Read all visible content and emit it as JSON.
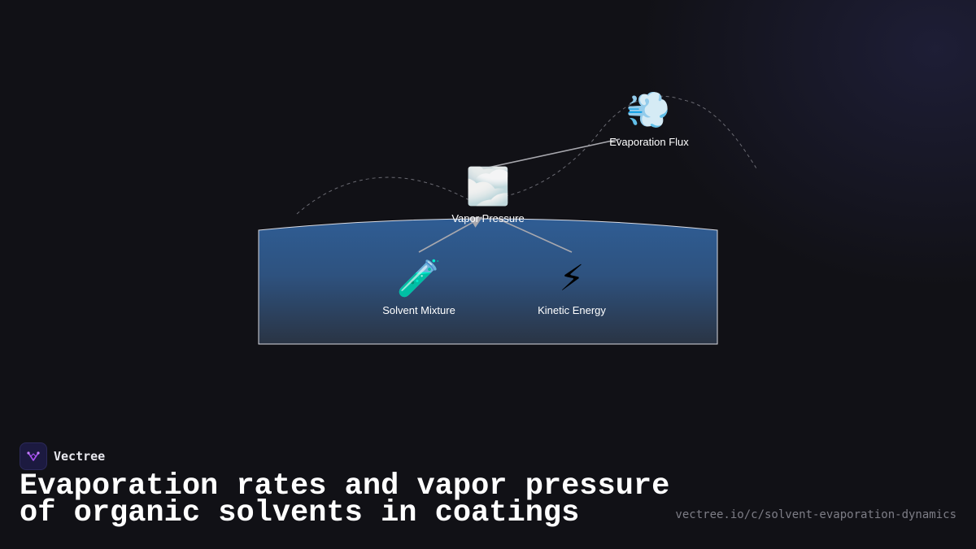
{
  "diagram": {
    "nodes": [
      {
        "id": "evaporation-flux",
        "label": "Evaporation Flux",
        "icon": "💨",
        "icon_name": "dashing-away-icon"
      },
      {
        "id": "vapor-pressure",
        "label": "Vapor Pressure",
        "icon": "🌫️",
        "icon_name": "fog-icon"
      },
      {
        "id": "solvent-mixture",
        "label": "Solvent Mixture",
        "icon": "🧪",
        "icon_name": "test-tube-icon"
      },
      {
        "id": "kinetic-energy",
        "label": "Kinetic Energy",
        "icon": "⚡",
        "icon_name": "lightning-icon"
      }
    ],
    "edges": [
      {
        "from": "solvent-mixture",
        "to": "vapor-pressure"
      },
      {
        "from": "kinetic-energy",
        "to": "vapor-pressure"
      },
      {
        "from": "vapor-pressure",
        "to": "evaporation-flux"
      }
    ],
    "colors": {
      "liquid_top": "#2f5d94",
      "liquid_bottom": "#2a3444",
      "edge": "#a8a8ae",
      "dashed_curve": "#6a6a72",
      "background": "#111116"
    }
  },
  "brand": {
    "name": "Vectree",
    "logo_icon": "vectree-logo-icon",
    "logo_color": "#a650f0"
  },
  "title": {
    "line1": "Evaporation rates and vapor pressure",
    "line2": "of organic solvents in coatings"
  },
  "url": "vectree.io/c/solvent-evaporation-dynamics"
}
